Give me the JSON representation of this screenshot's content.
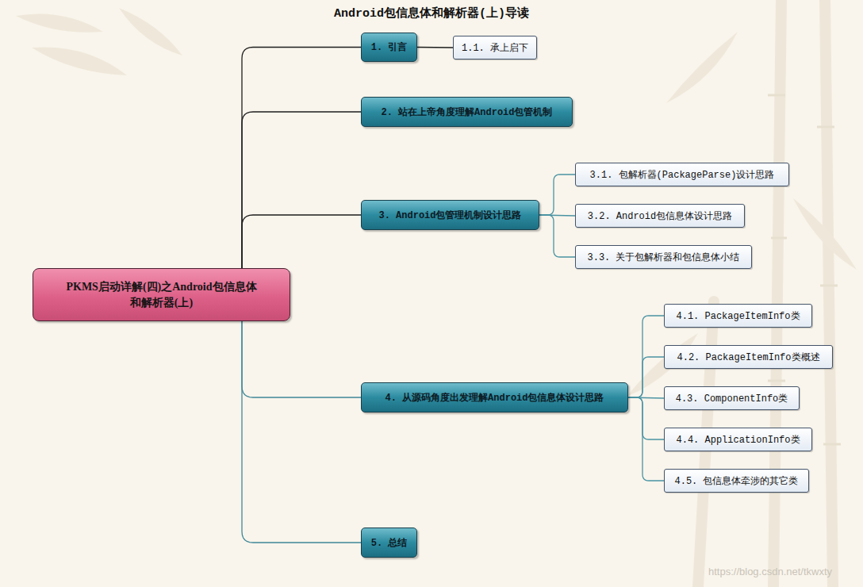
{
  "diagram": {
    "title": "Android包信息体和解析器(上)导读",
    "nodes": [
      {
        "text": [
          "PKMS启动详解(四)之Android包信息体 和解析器(上)"
        ]
      },
      {
        "text": [
          "1. 引言"
        ]
      },
      {
        "text": [
          "1.1. 承上启下"
        ]
      },
      {
        "text": [
          "2. 站在上帝角度理解Android包管机制"
        ]
      },
      {
        "text": [
          "3. Android包管理机制设计思路"
        ]
      },
      {
        "text": [
          "3.1. 包解析器(PackageParse)设计思路"
        ]
      },
      {
        "text": [
          "3.2. Android包信息体设计思路"
        ]
      },
      {
        "text": [
          "3.3. 关于包解析器和包信息体小结"
        ]
      },
      {
        "text": [
          "4. 从源码角度出发理解Android包信息体设计思路"
        ]
      },
      {
        "text": [
          "4.1. PackageItemInfo类"
        ]
      },
      {
        "text": [
          "4.2. PackageItemInfo类概述"
        ]
      },
      {
        "text": [
          "4.3. ComponentInfo类"
        ]
      },
      {
        "text": [
          "4.4. ApplicationInfo类"
        ]
      },
      {
        "text": [
          "4.5. 包信息体牵涉的其它类"
        ]
      },
      {
        "text": [
          "5. 总结"
        ]
      }
    ],
    "edges": [
      {
        "from": 0,
        "to": 1,
        "arrow": "none"
      },
      {
        "from": 1,
        "to": 2,
        "arrow": "none"
      },
      {
        "from": 0,
        "to": 3,
        "arrow": "none"
      },
      {
        "from": 0,
        "to": 4,
        "arrow": "none"
      },
      {
        "from": 4,
        "to": 5,
        "arrow": "none"
      },
      {
        "from": 4,
        "to": 6,
        "arrow": "none"
      },
      {
        "from": 4,
        "to": 7,
        "arrow": "none"
      },
      {
        "from": 0,
        "to": 8,
        "arrow": "none"
      },
      {
        "from": 8,
        "to": 9,
        "arrow": "none"
      },
      {
        "from": 8,
        "to": 10,
        "arrow": "none"
      },
      {
        "from": 8,
        "to": 11,
        "arrow": "none"
      },
      {
        "from": 8,
        "to": 12,
        "arrow": "none"
      },
      {
        "from": 8,
        "to": 13,
        "arrow": "none"
      },
      {
        "from": 0,
        "to": 14,
        "arrow": "none"
      }
    ],
    "labels": [
      "https://blog.csdn.net/tkwxty"
    ]
  }
}
